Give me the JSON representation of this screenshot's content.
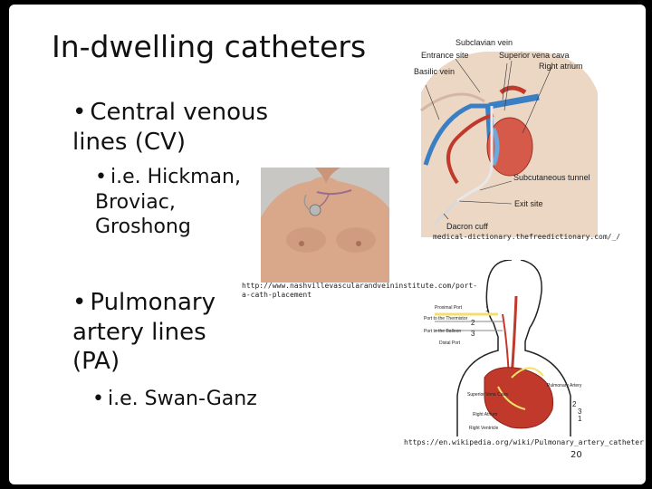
{
  "slide": {
    "title": "In-dwelling catheters",
    "bullets": {
      "cv": "Central venous lines (CV)",
      "cv_examples": "i.e. Hickman, Broviac, Groshong",
      "pa": "Pulmonary artery lines (PA)",
      "pa_examples": "i.e. Swan-Ganz"
    },
    "captions": {
      "medical_dictionary": "medical-dictionary.thefreedictionary.com/_/",
      "nashville": "http://www.nashvillevascularandveininstitute.com/port-a-cath-placement",
      "wikipedia": "https://en.wikipedia.org/wiki/Pulmonary_artery_catheter"
    },
    "page_number": "20"
  },
  "cv_diagram": {
    "labels": {
      "subclavian_vein": "Subclavian vein",
      "entrance_site": "Entrance site",
      "superior_vena_cava": "Superior vena cava",
      "right_atrium": "Right atrium",
      "basilic_vein": "Basilic vein",
      "subcutaneous_tunnel": "Subcutaneous tunnel",
      "exit_site": "Exit site",
      "dacron_cuff": "Dacron cuff"
    }
  },
  "pa_diagram": {
    "labels": {
      "proximal_port": "Proximal Port",
      "port_thermistor": "Port to the Thermistor",
      "port_balloon": "Port to the Balloon",
      "distal_port": "Distal Port",
      "pulmonary_artery": "Pulmonary Artery",
      "superior_vena_cava": "Superior Vena Cava",
      "right_atrium": "Right Atrium",
      "right_ventricle": "Right Ventricle"
    },
    "markers": [
      "1",
      "2",
      "3",
      "2",
      "3",
      "1"
    ]
  },
  "colors": {
    "vein_blue": "#3a7fc4",
    "artery_red": "#c0392b",
    "skin": "#d9a88a",
    "catheter_yellow": "#f2e06b"
  }
}
